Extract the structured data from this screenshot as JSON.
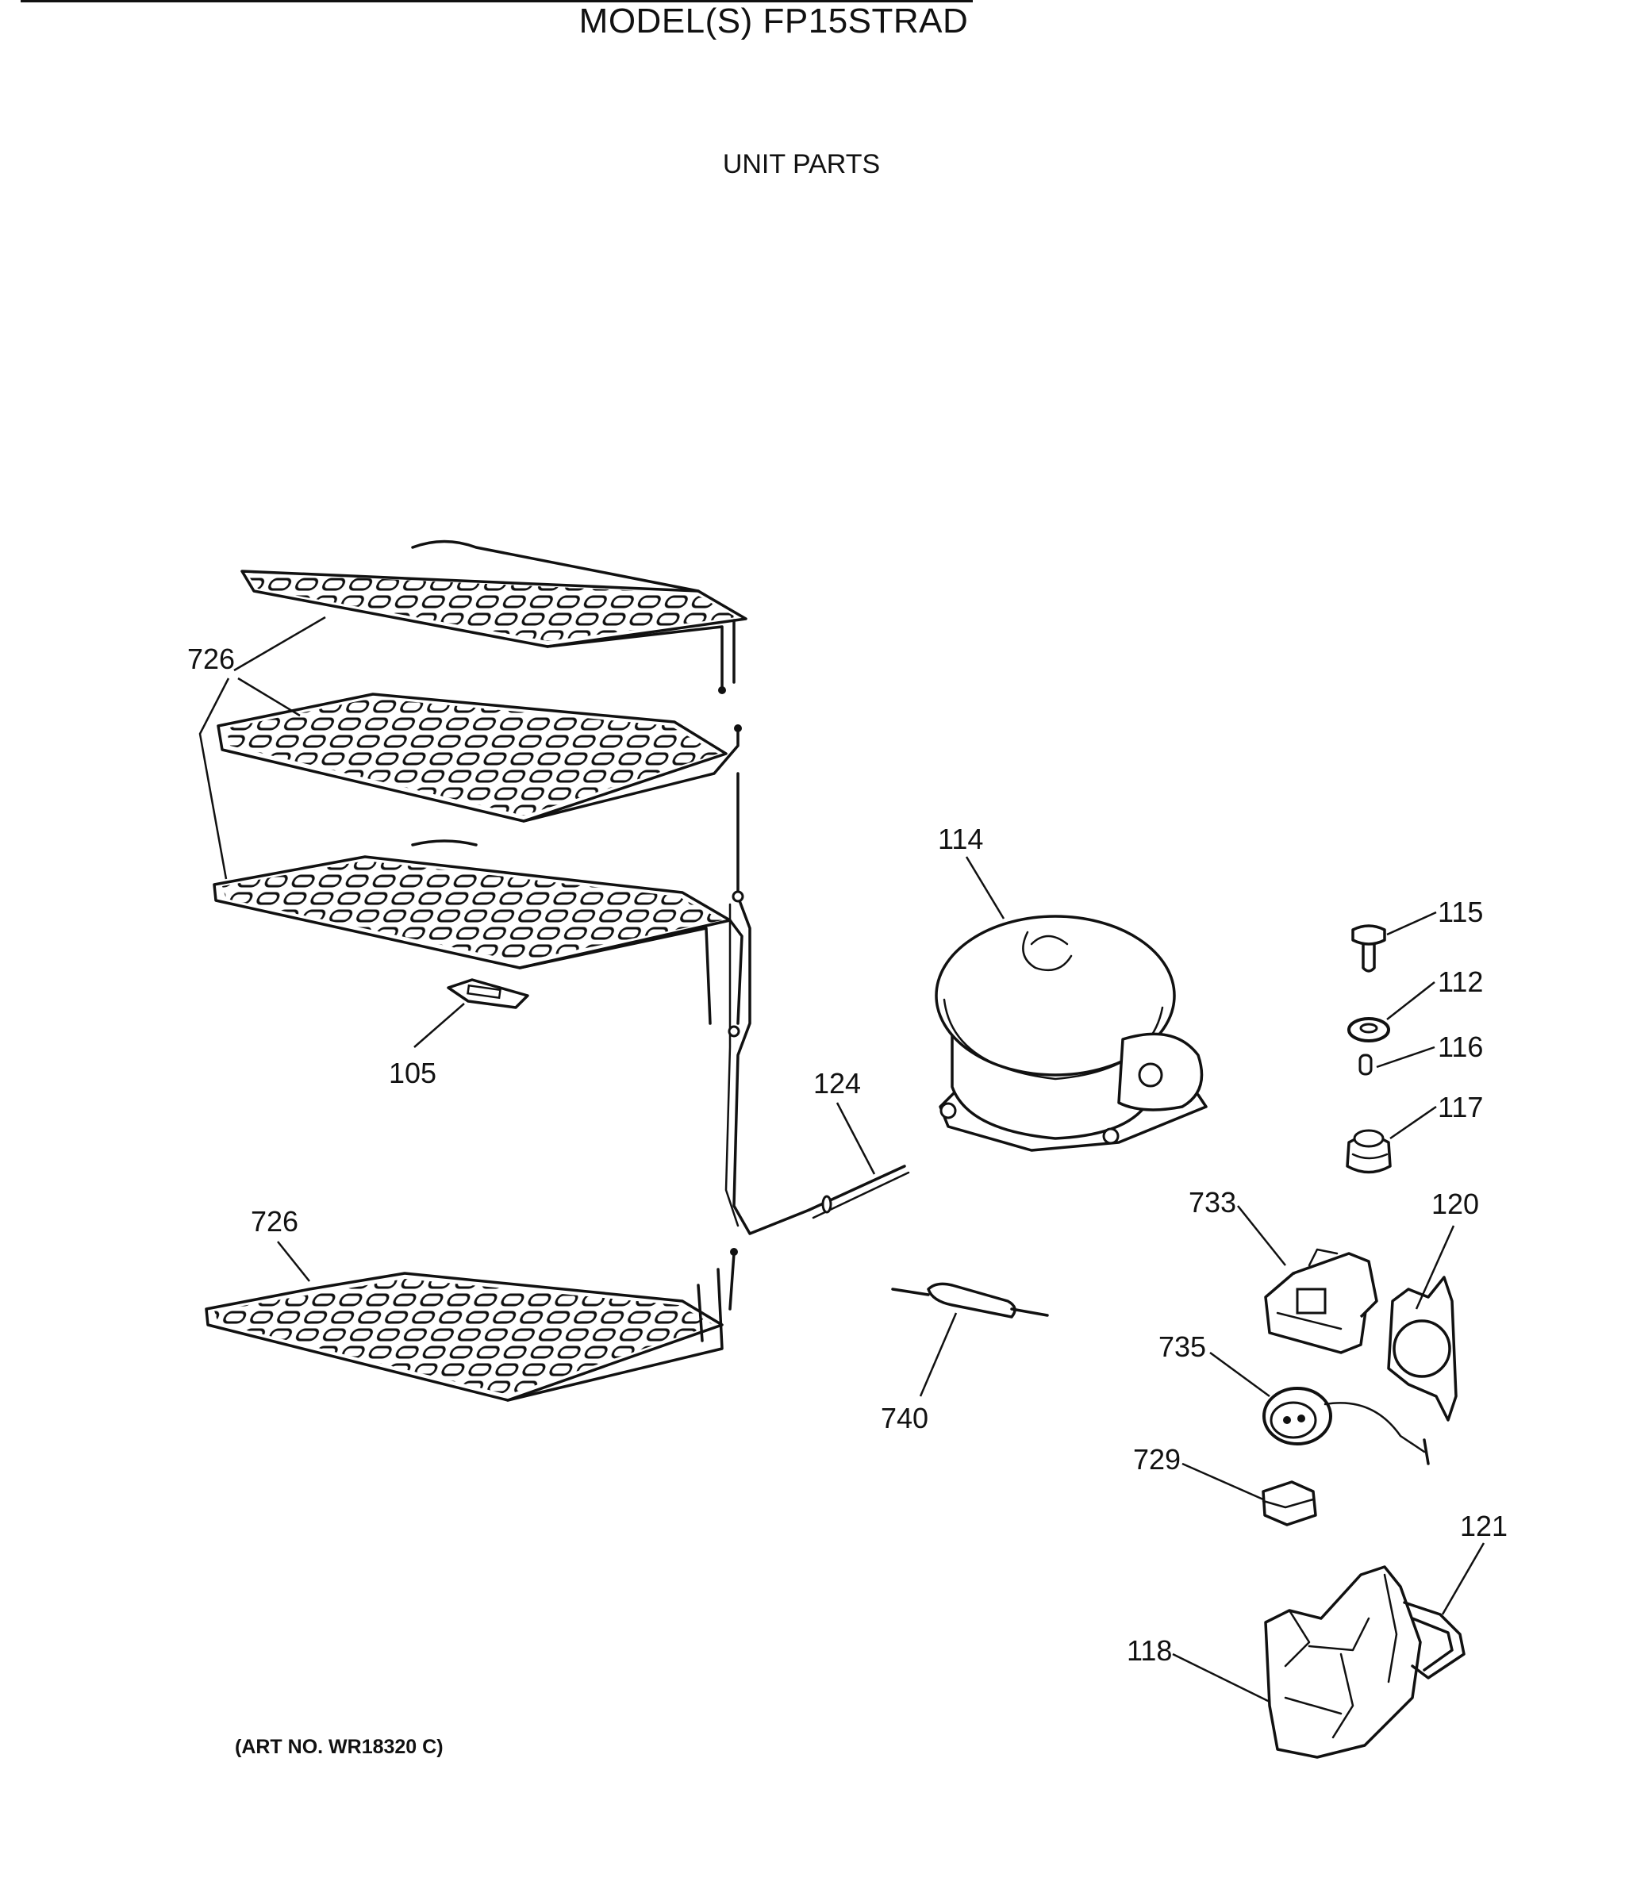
{
  "header": {
    "model_title": "MODEL(S) FP15STRAD",
    "section_title": "UNIT PARTS"
  },
  "footer": {
    "art_number": "(ART NO. WR18320 C)"
  },
  "callouts": {
    "evaporator_shelves_top": "726",
    "evaporator_shelf_bottom": "726",
    "clip": "105",
    "compressor": "114",
    "capillary_tube": "124",
    "drier": "740",
    "stud": "115",
    "washer": "112",
    "clip_small": "116",
    "grommet": "117",
    "relay": "733",
    "clip_bracket": "120",
    "overload_protector": "735",
    "cover": "729",
    "terminal_cover": "118",
    "retainer": "121"
  }
}
